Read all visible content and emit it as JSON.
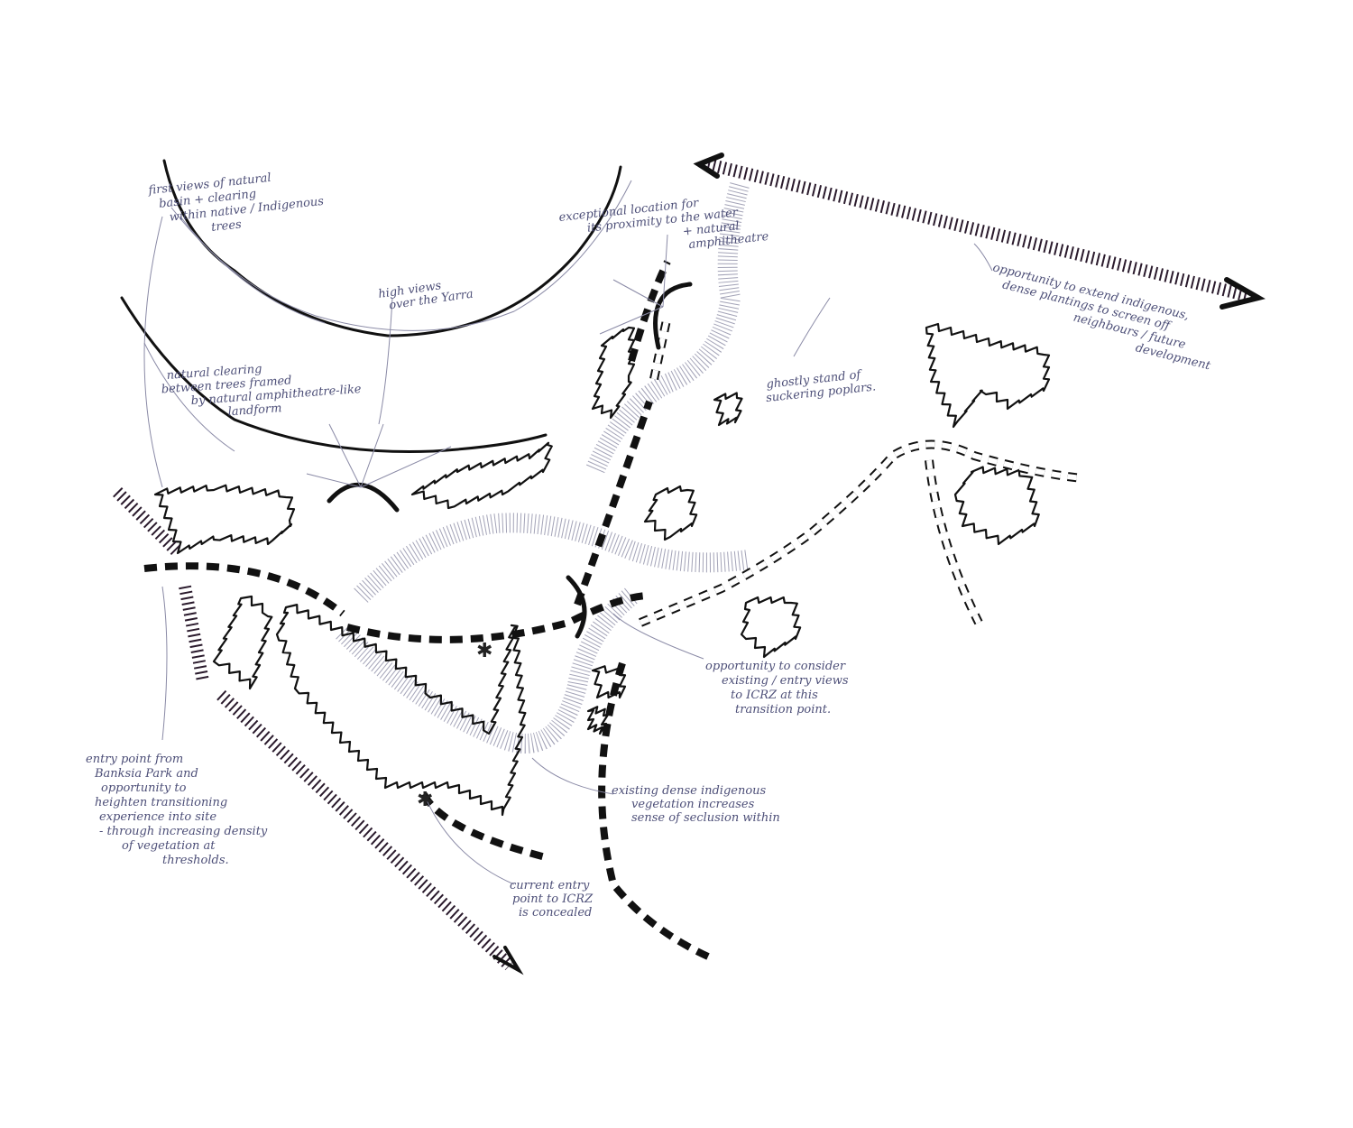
{
  "annotations": {
    "first_views": [
      "first views of natural",
      "basin + clearing",
      "within native / Indigenous",
      "trees"
    ],
    "exceptional_location": [
      "exceptional location for",
      "its proximity to the water",
      "+ natural",
      "amphitheatre"
    ],
    "high_views": [
      "high views",
      "over the Yarra"
    ],
    "extend_indigenous": [
      "opportunity to extend indigenous,",
      "dense plantings to screen off",
      "neighbours / future",
      "development"
    ],
    "natural_clearing": [
      "natural clearing",
      "between trees framed",
      "by natural amphitheatre-like",
      "landform"
    ],
    "poplars": [
      "ghostly stand of",
      "suckering poplars."
    ],
    "entry_views": [
      "opportunity to consider",
      "existing / entry views",
      "to ICRZ at this",
      "transition point."
    ],
    "dense_vegetation": [
      "existing dense indigenous",
      "vegetation increases",
      "sense of seclusion within"
    ],
    "entry_point": [
      "entry point from",
      "Banksia Park and",
      "opportunity to",
      "heighten transitioning",
      "experience into site",
      "- through increasing density",
      "of vegetation at",
      "thresholds."
    ],
    "current_entry": [
      "current entry",
      "point to ICRZ",
      "is concealed"
    ]
  },
  "colors": {
    "ink": "#111111",
    "annotation": "#4d4f78",
    "hatch": "#2a1a2c"
  }
}
